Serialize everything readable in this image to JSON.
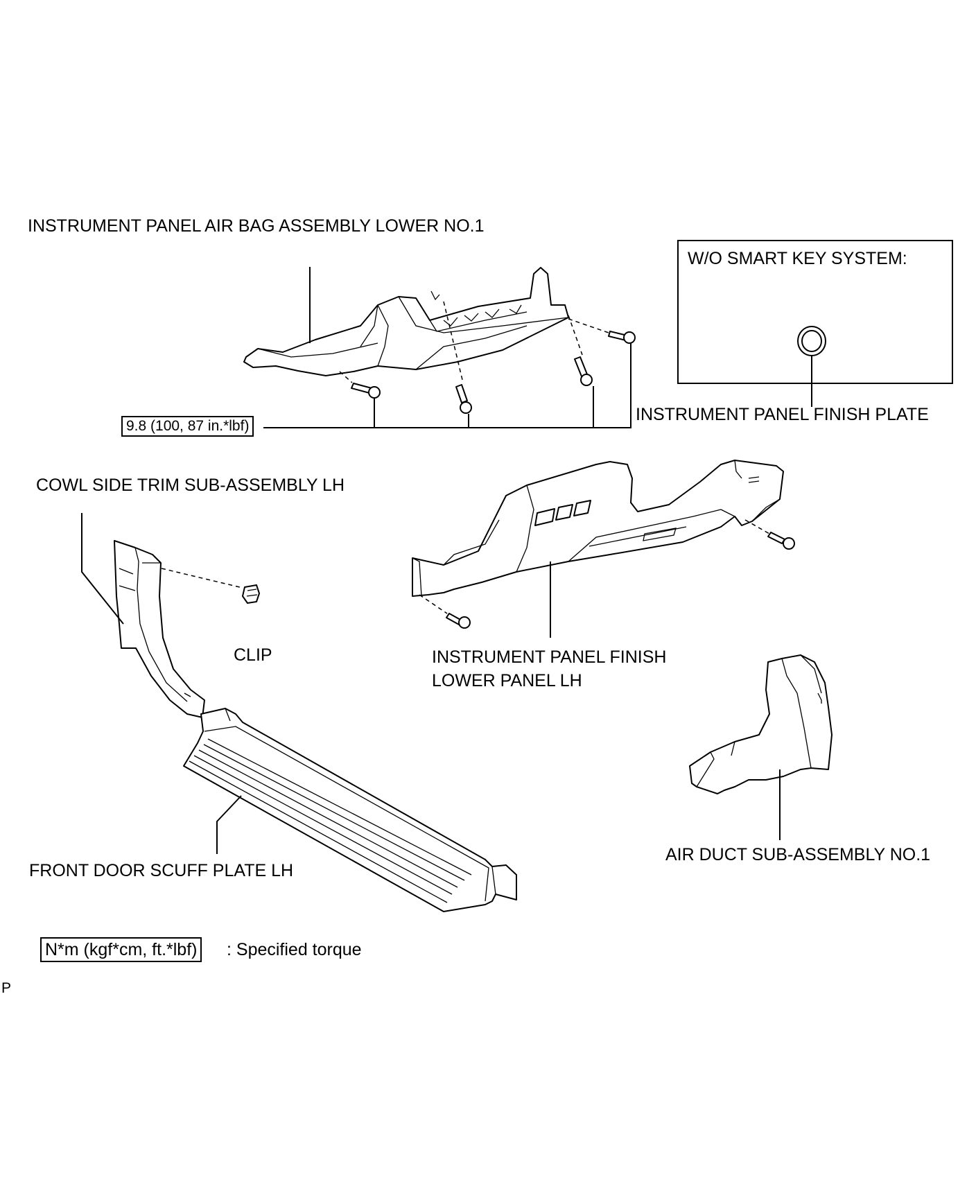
{
  "labels": {
    "airbag_lower": "INSTRUMENT PANEL AIR BAG ASSEMBLY LOWER NO.1",
    "wo_smart_key": "W/O SMART KEY SYSTEM:",
    "finish_plate": "INSTRUMENT PANEL FINISH PLATE",
    "torque_value": "9.8 (100, 87 in.*lbf)",
    "cowl_side_trim": "COWL SIDE TRIM SUB-ASSEMBLY LH",
    "clip": "CLIP",
    "finish_lower_line1": "INSTRUMENT PANEL FINISH",
    "finish_lower_line2": "LOWER PANEL LH",
    "air_duct": "AIR DUCT SUB-ASSEMBLY NO.1",
    "scuff_plate": "FRONT DOOR SCUFF PLATE LH",
    "legend_unit": "N*m (kgf*cm, ft.*lbf)",
    "legend_text": ": Specified torque",
    "corner_mark": "P"
  }
}
